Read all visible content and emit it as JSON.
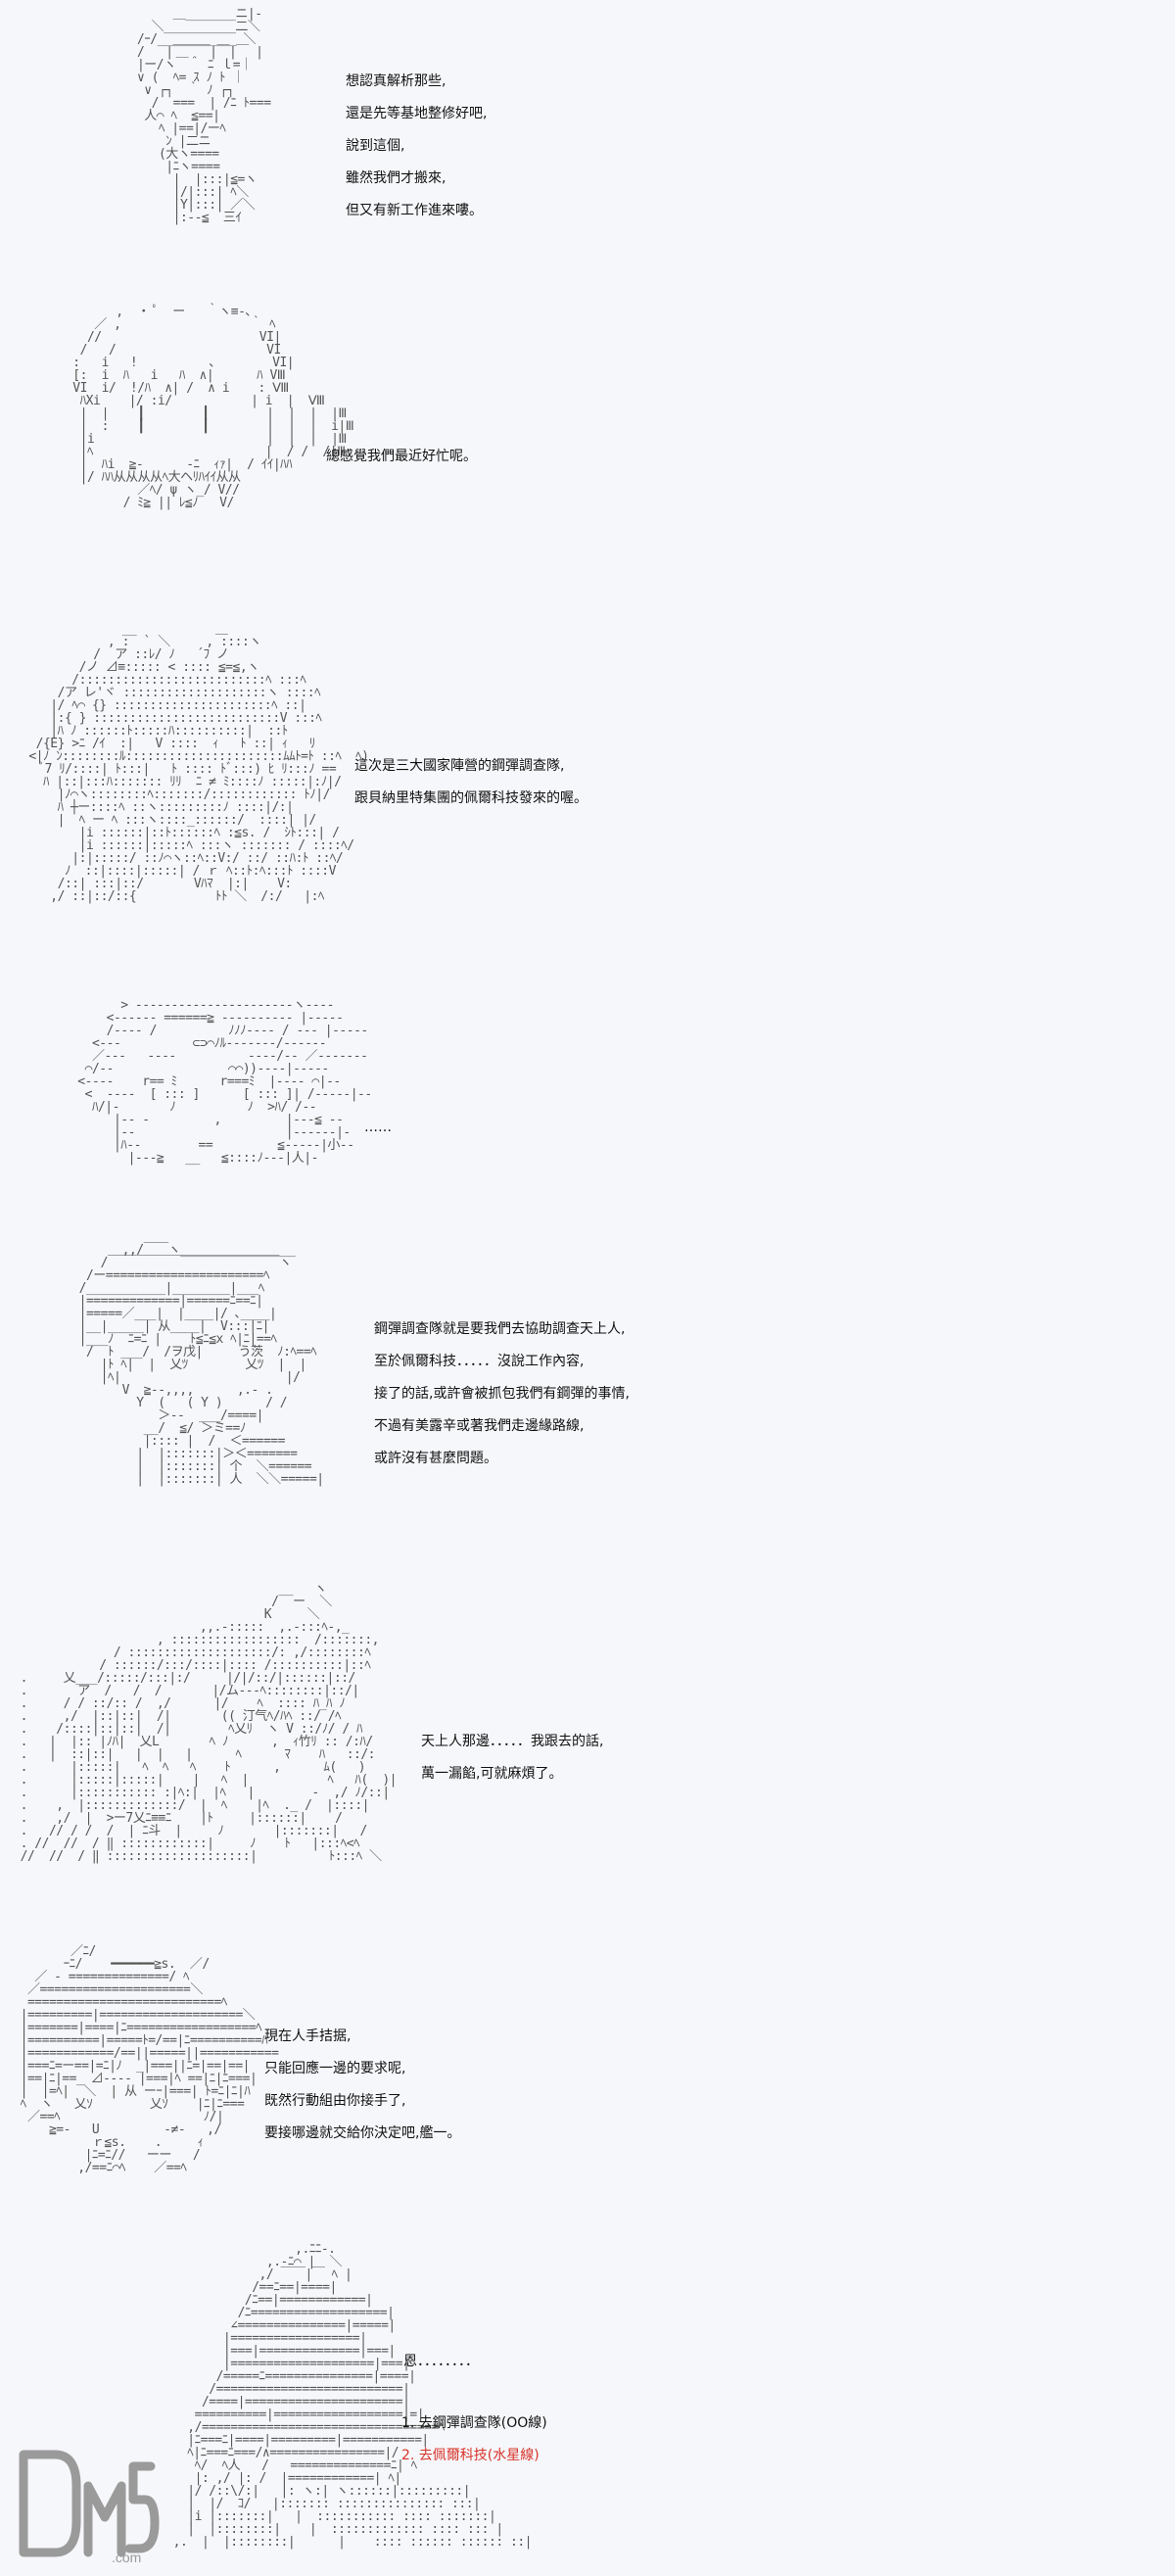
{
  "dialogs": {
    "d1": [
      "想認真解析那些,",
      "還是先等基地整修好吧,",
      "說到這個,",
      "雖然我們才搬來,",
      "但又有新工作進來嘍。"
    ],
    "d2": [
      "總感覺我們最近好忙呢。"
    ],
    "d3": [
      "這次是三大國家陣營的鋼彈調查隊,",
      "跟貝納里特集團的佩爾科技發來的喔。"
    ],
    "d4": [
      "……"
    ],
    "d5": [
      "鋼彈調查隊就是要我們去協助調查天上人,",
      "至於佩爾科技．．．．．沒說工作內容,",
      "接了的話,或許會被抓包我們有鋼彈的事情,",
      "不過有美露辛或著我們走邊緣路線,",
      "或許沒有甚麼問題。"
    ],
    "d6": [
      "天上人那邊．．．．．我跟去的話,",
      "萬一漏餡,可就麻煩了。"
    ],
    "d7": [
      "現在人手拮据,",
      "只能回應一邊的要求呢,",
      "既然行動組由你接手了,",
      "要接哪邊就交給你決定吧,艦一。"
    ],
    "d8": [
      "恩．．．．．．．．"
    ]
  },
  "choices": {
    "c1": "1. 去鋼彈調查隊(OO線)",
    "c2": "2. 去佩爾科技(水星線)"
  },
  "colors": {
    "choice_red": "#d8332a",
    "logo": "#9a9a9a"
  },
  "logo": {
    "text": "DM5",
    "sub": ".com"
  }
}
